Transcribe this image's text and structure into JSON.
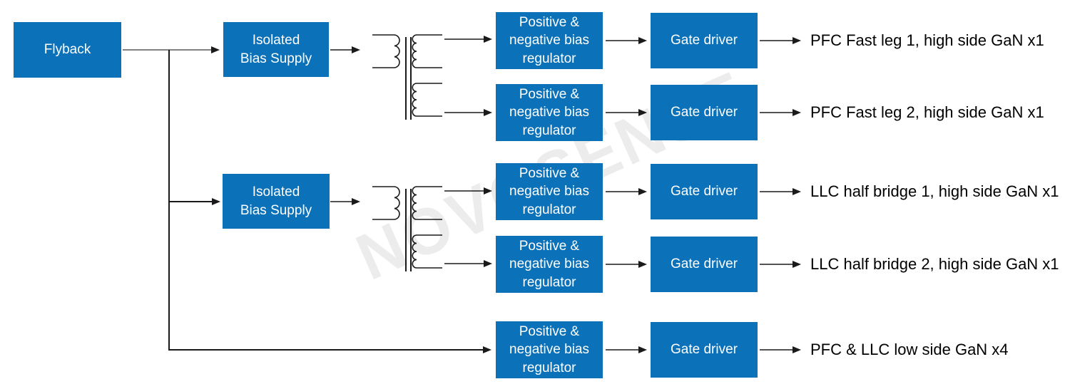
{
  "watermark": "NOVOSENSE",
  "colors": {
    "box_fill": "#0b71b9",
    "box_text": "#ffffff",
    "line": "#1a1a1a",
    "connector_gray": "#595959",
    "watermark": "#ececec"
  },
  "nodes": {
    "flyback": {
      "label": "Flyback"
    },
    "bias_supplies": [
      {
        "lines": [
          "Isolated",
          "Bias Supply"
        ]
      },
      {
        "lines": [
          "Isolated",
          "Bias Supply"
        ]
      }
    ],
    "regulators": [
      {
        "lines": [
          "Positive &",
          "negative bias",
          "regulator"
        ]
      },
      {
        "lines": [
          "Positive &",
          "negative bias",
          "regulator"
        ]
      },
      {
        "lines": [
          "Positive &",
          "negative bias",
          "regulator"
        ]
      },
      {
        "lines": [
          "Positive &",
          "negative bias",
          "regulator"
        ]
      },
      {
        "lines": [
          "Positive &",
          "negative bias",
          "regulator"
        ]
      }
    ],
    "gate_drivers": [
      {
        "label": "Gate driver"
      },
      {
        "label": "Gate driver"
      },
      {
        "label": "Gate driver"
      },
      {
        "label": "Gate driver"
      },
      {
        "label": "Gate driver"
      }
    ]
  },
  "outputs": [
    {
      "label": "PFC Fast leg 1, high side GaN x1"
    },
    {
      "label": "PFC Fast leg 2, high side GaN x1"
    },
    {
      "label": "LLC half bridge 1, high side GaN x1"
    },
    {
      "label": "LLC half bridge 2, high side GaN x1"
    },
    {
      "label": "PFC & LLC low side GaN x4"
    }
  ]
}
